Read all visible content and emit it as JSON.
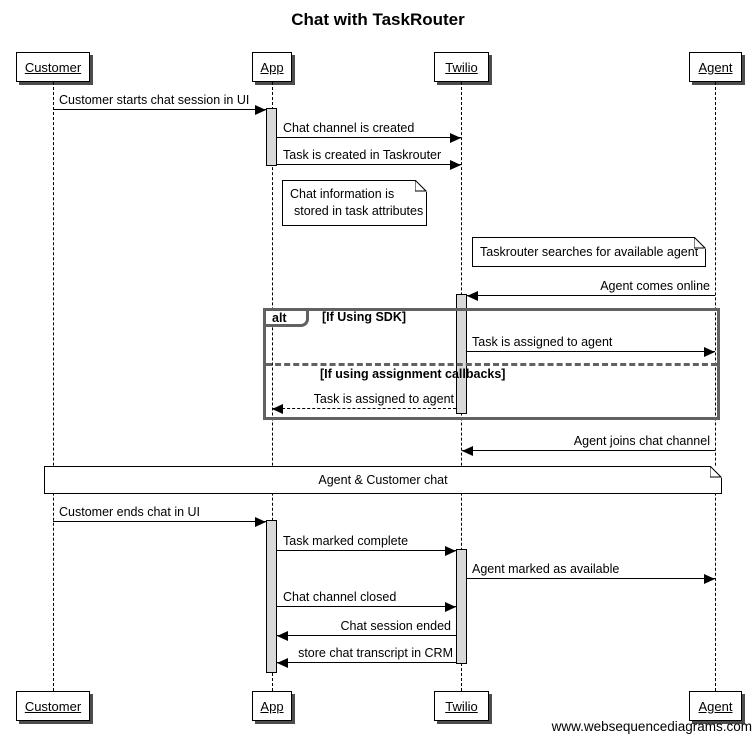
{
  "title": "Chat with TaskRouter",
  "watermark": "www.websequencediagrams.com",
  "participants": [
    {
      "name": "Customer"
    },
    {
      "name": "App"
    },
    {
      "name": "Twilio"
    },
    {
      "name": "Agent"
    }
  ],
  "messages": [
    {
      "from": "Customer",
      "to": "App",
      "text": "Customer starts chat session in UI",
      "line": "solid"
    },
    {
      "from": "App",
      "to": "Twilio",
      "text": "Chat channel is created",
      "line": "solid"
    },
    {
      "from": "App",
      "to": "Twilio",
      "text": "Task is created in Taskrouter",
      "line": "solid"
    },
    {
      "from": "Agent",
      "to": "Twilio",
      "text": "Agent comes online",
      "line": "solid"
    },
    {
      "from": "Twilio",
      "to": "Agent",
      "text": "Task is assigned to agent",
      "line": "solid"
    },
    {
      "from": "Twilio",
      "to": "App",
      "text": "Task is assigned to agent",
      "line": "dashed"
    },
    {
      "from": "Agent",
      "to": "Twilio",
      "text": "Agent joins chat channel",
      "line": "solid"
    },
    {
      "from": "Customer",
      "to": "App",
      "text": "Customer ends chat in UI",
      "line": "solid"
    },
    {
      "from": "App",
      "to": "Twilio",
      "text": "Task marked complete",
      "line": "solid"
    },
    {
      "from": "Twilio",
      "to": "Agent",
      "text": "Agent marked as available",
      "line": "solid"
    },
    {
      "from": "App",
      "to": "Twilio",
      "text": "Chat channel closed",
      "line": "solid"
    },
    {
      "from": "Twilio",
      "to": "App",
      "text": "Chat session ended",
      "line": "solid"
    },
    {
      "from": "Twilio",
      "to": "App",
      "text": "store chat transcript in CRM",
      "line": "solid"
    }
  ],
  "notes": [
    {
      "line1": "Chat information is",
      "line2": "stored in task attributes",
      "over": "App"
    },
    {
      "text": "Taskrouter searches for available agent",
      "over": "Twilio"
    },
    {
      "text": "Agent & Customer chat",
      "over": "all"
    }
  ],
  "alt_frame": {
    "label": "alt",
    "guard_sdk": "[If Using SDK]",
    "guard_callbacks": "[If using assignment callbacks]"
  },
  "colors": {
    "background": "#ffffff",
    "line": "#000000",
    "activation_fill": "#d9d9d9",
    "frame_border": "#616161",
    "box_shadow": "#4d4d4d"
  }
}
